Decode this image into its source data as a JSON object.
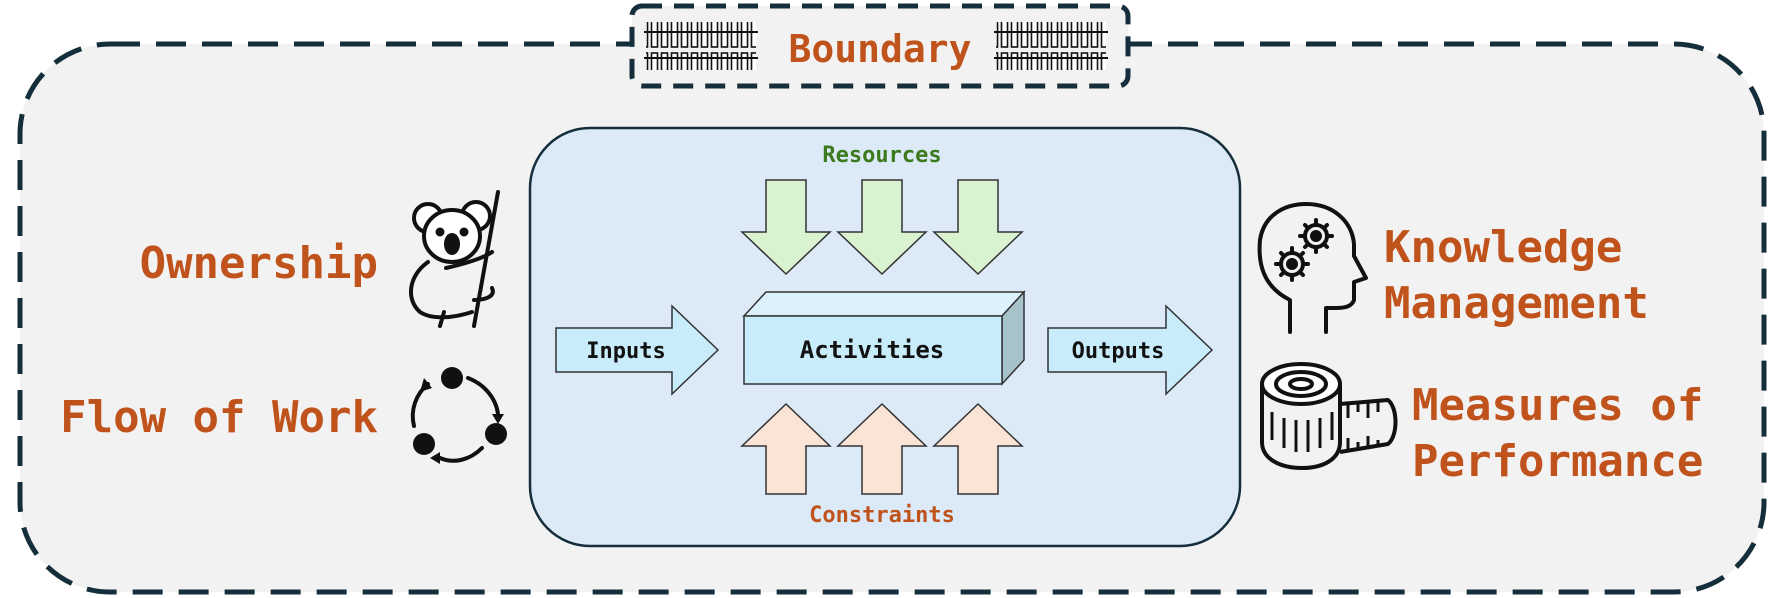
{
  "diagram": {
    "boundary_label": "Boundary",
    "center": {
      "activities_label": "Activities",
      "inputs_label": "Inputs",
      "outputs_label": "Outputs",
      "resources_label": "Resources",
      "constraints_label": "Constraints"
    },
    "left_items": [
      {
        "label": "Ownership",
        "icon": "koala-climbing-icon"
      },
      {
        "label": "Flow of Work",
        "icon": "cycle-flow-icon"
      }
    ],
    "right_items": [
      {
        "label_line1": "Knowledge",
        "label_line2": "Management",
        "icon": "head-gears-icon"
      },
      {
        "label_line1": "Measures of",
        "label_line2": "Performance",
        "icon": "measuring-tape-icon"
      }
    ],
    "colors": {
      "accent_orange": "#c0531c",
      "resources_green": "#3c7a1e",
      "outer_border": "#142f3b",
      "outer_fill": "#f2f2f2",
      "inner_fill": "#dce9f6",
      "resource_arrow_fill": "#d9f2d0",
      "constraint_arrow_fill": "#fbe3d6",
      "io_arrow_fill": "#c9ecfa"
    }
  }
}
